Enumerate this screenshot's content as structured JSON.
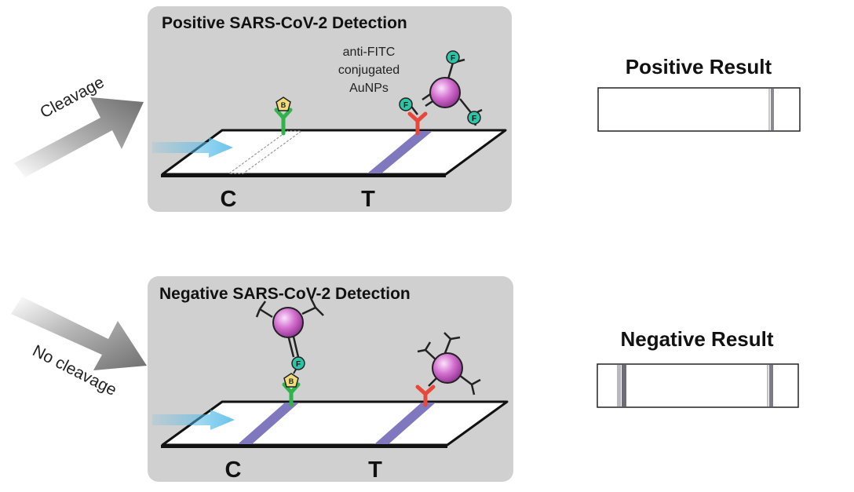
{
  "positive": {
    "title": "Positive SARS-CoV-2 Detection",
    "arrow_label": "Cleavage",
    "anti_fitc_label": [
      "anti-FITC",
      "conjugated",
      "AuNPs"
    ],
    "control_label": "C",
    "test_label": "T",
    "result_title": "Positive Result"
  },
  "negative": {
    "title": "Negative SARS-CoV-2 Detection",
    "arrow_label": "No cleavage",
    "control_label": "C",
    "test_label": "T",
    "result_title": "Negative Result"
  },
  "glyphs": {
    "fitc": "F",
    "biotin": "B"
  },
  "colors": {
    "panel": "#d0d0d0",
    "band": "#7f78bf",
    "antibody_red": "#e8483a",
    "antibody_green": "#2fb34a",
    "aunp": "#cc5bc7",
    "fitc": "#2ec4a8",
    "biotin": "#f0dc78",
    "flow": "#4fb8e8"
  }
}
